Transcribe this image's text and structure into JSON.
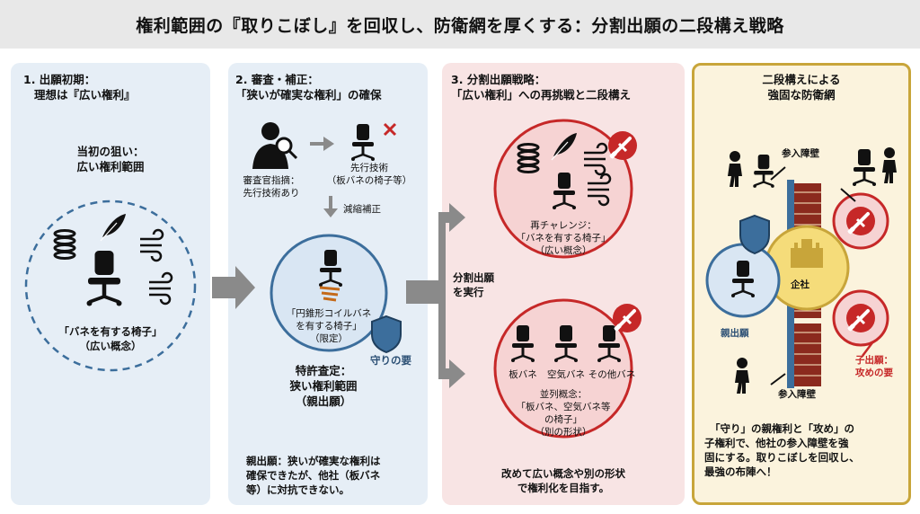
{
  "title": "権利範囲の『取りこぼし』を回収し、防衛網を厚くする：分割出願の二段構え戦略",
  "panel1": {
    "heading1": "1. 出願初期：",
    "heading2": "理想は『広い権利』",
    "aim1": "当初の狙い：",
    "aim2": "広い権利範囲",
    "chair1": "「バネを有する椅子」",
    "chair2": "（広い概念）"
  },
  "panel2": {
    "heading1": "2. 審査・補正：",
    "heading2": "「狭いが確実な権利」の確保",
    "examiner1": "審査官指摘：",
    "examiner2": "先行技術あり",
    "prior1": "先行技術",
    "prior2": "（板バネの椅子等）",
    "reduce": "減縮補正",
    "circle1": "「円錐形コイルバネ",
    "circle2": "を有する椅子」",
    "circle3": "（限定）",
    "guard": "守りの要",
    "patent1": "特許査定：",
    "patent2": "狭い権利範囲",
    "patent3": "（親出願）",
    "note1": "親出願：狭いが確実な権利は",
    "note2": "確保できたが、他社（板バネ",
    "note3": "等）に対抗できない。"
  },
  "middle": {
    "split1": "分割出願",
    "split2": "を実行"
  },
  "panel3": {
    "heading1": "3. 分割出願戦略：",
    "heading2": "「広い権利」への再挑戦と二段構え",
    "c1a": "再チャレンジ：",
    "c1b": "「バネを有する椅子」",
    "c1c": "（広い概念）",
    "spring1": "板バネ",
    "spring2": "空気バネ",
    "spring3": "その他バネ",
    "c2a": "並列概念：",
    "c2b": "「板バネ、空気バネ等",
    "c2c": "の椅子」",
    "c2d": "（別の形状）",
    "note1": "改めて広い概念や別の形状",
    "note2": "で権利化を目指す。"
  },
  "panel4": {
    "heading1": "二段構えによる",
    "heading2": "強固な防衛網",
    "barrier_top": "参入障壁",
    "barrier_bottom": "参入障壁",
    "company": "企社",
    "parent": "親出願",
    "child1": "子出願：",
    "child2": "攻めの要",
    "note1": "「守り」の親権利と「攻め」の",
    "note2": "子権利で、他社の参入障壁を強",
    "note3": "固にする。取りこぼしを回収し、",
    "note4": "最強の布陣へ！"
  },
  "colors": {
    "blue": "#3c6e9c",
    "red": "#c62828",
    "gold": "#c8a53a",
    "arrow": "#8a8a8a"
  }
}
